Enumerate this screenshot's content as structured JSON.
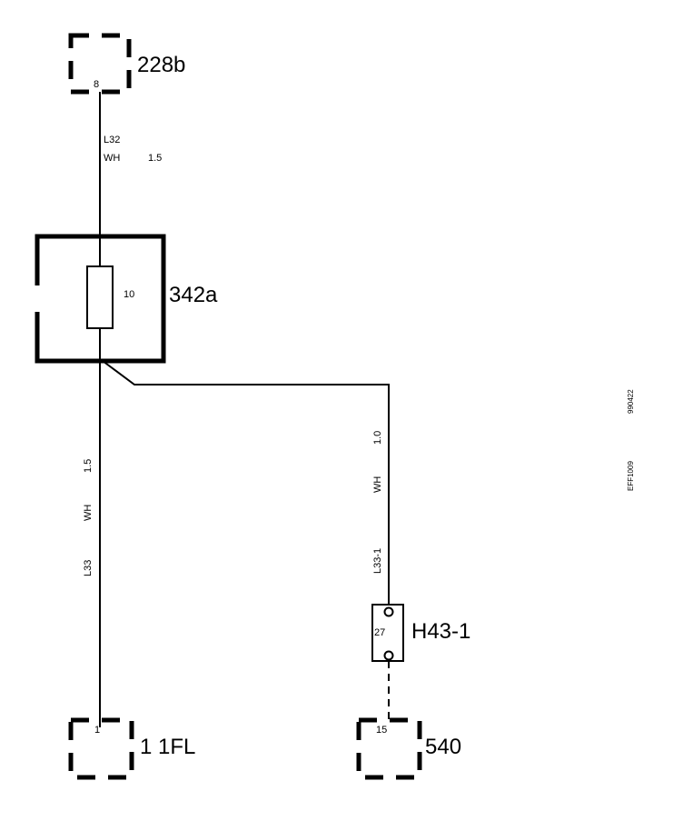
{
  "connectors": {
    "top": {
      "id": "228b",
      "pin": "8"
    },
    "bottom_left": {
      "id": "1 1FL",
      "pin": "1"
    },
    "bottom_right": {
      "id": "540",
      "pin": "15"
    }
  },
  "fuse_box": {
    "id": "342a",
    "fuse": "10"
  },
  "component": {
    "id": "H43-1",
    "pin": "27"
  },
  "wires": {
    "top": {
      "circuit": "L32",
      "color": "WH",
      "size": "1.5"
    },
    "left": {
      "circuit": "L33",
      "color": "WH",
      "size": "1.5"
    },
    "right": {
      "circuit": "L33-1",
      "color": "WH",
      "size": "1.0"
    }
  },
  "codes": {
    "date": "990422",
    "ref": "EFF1009"
  }
}
